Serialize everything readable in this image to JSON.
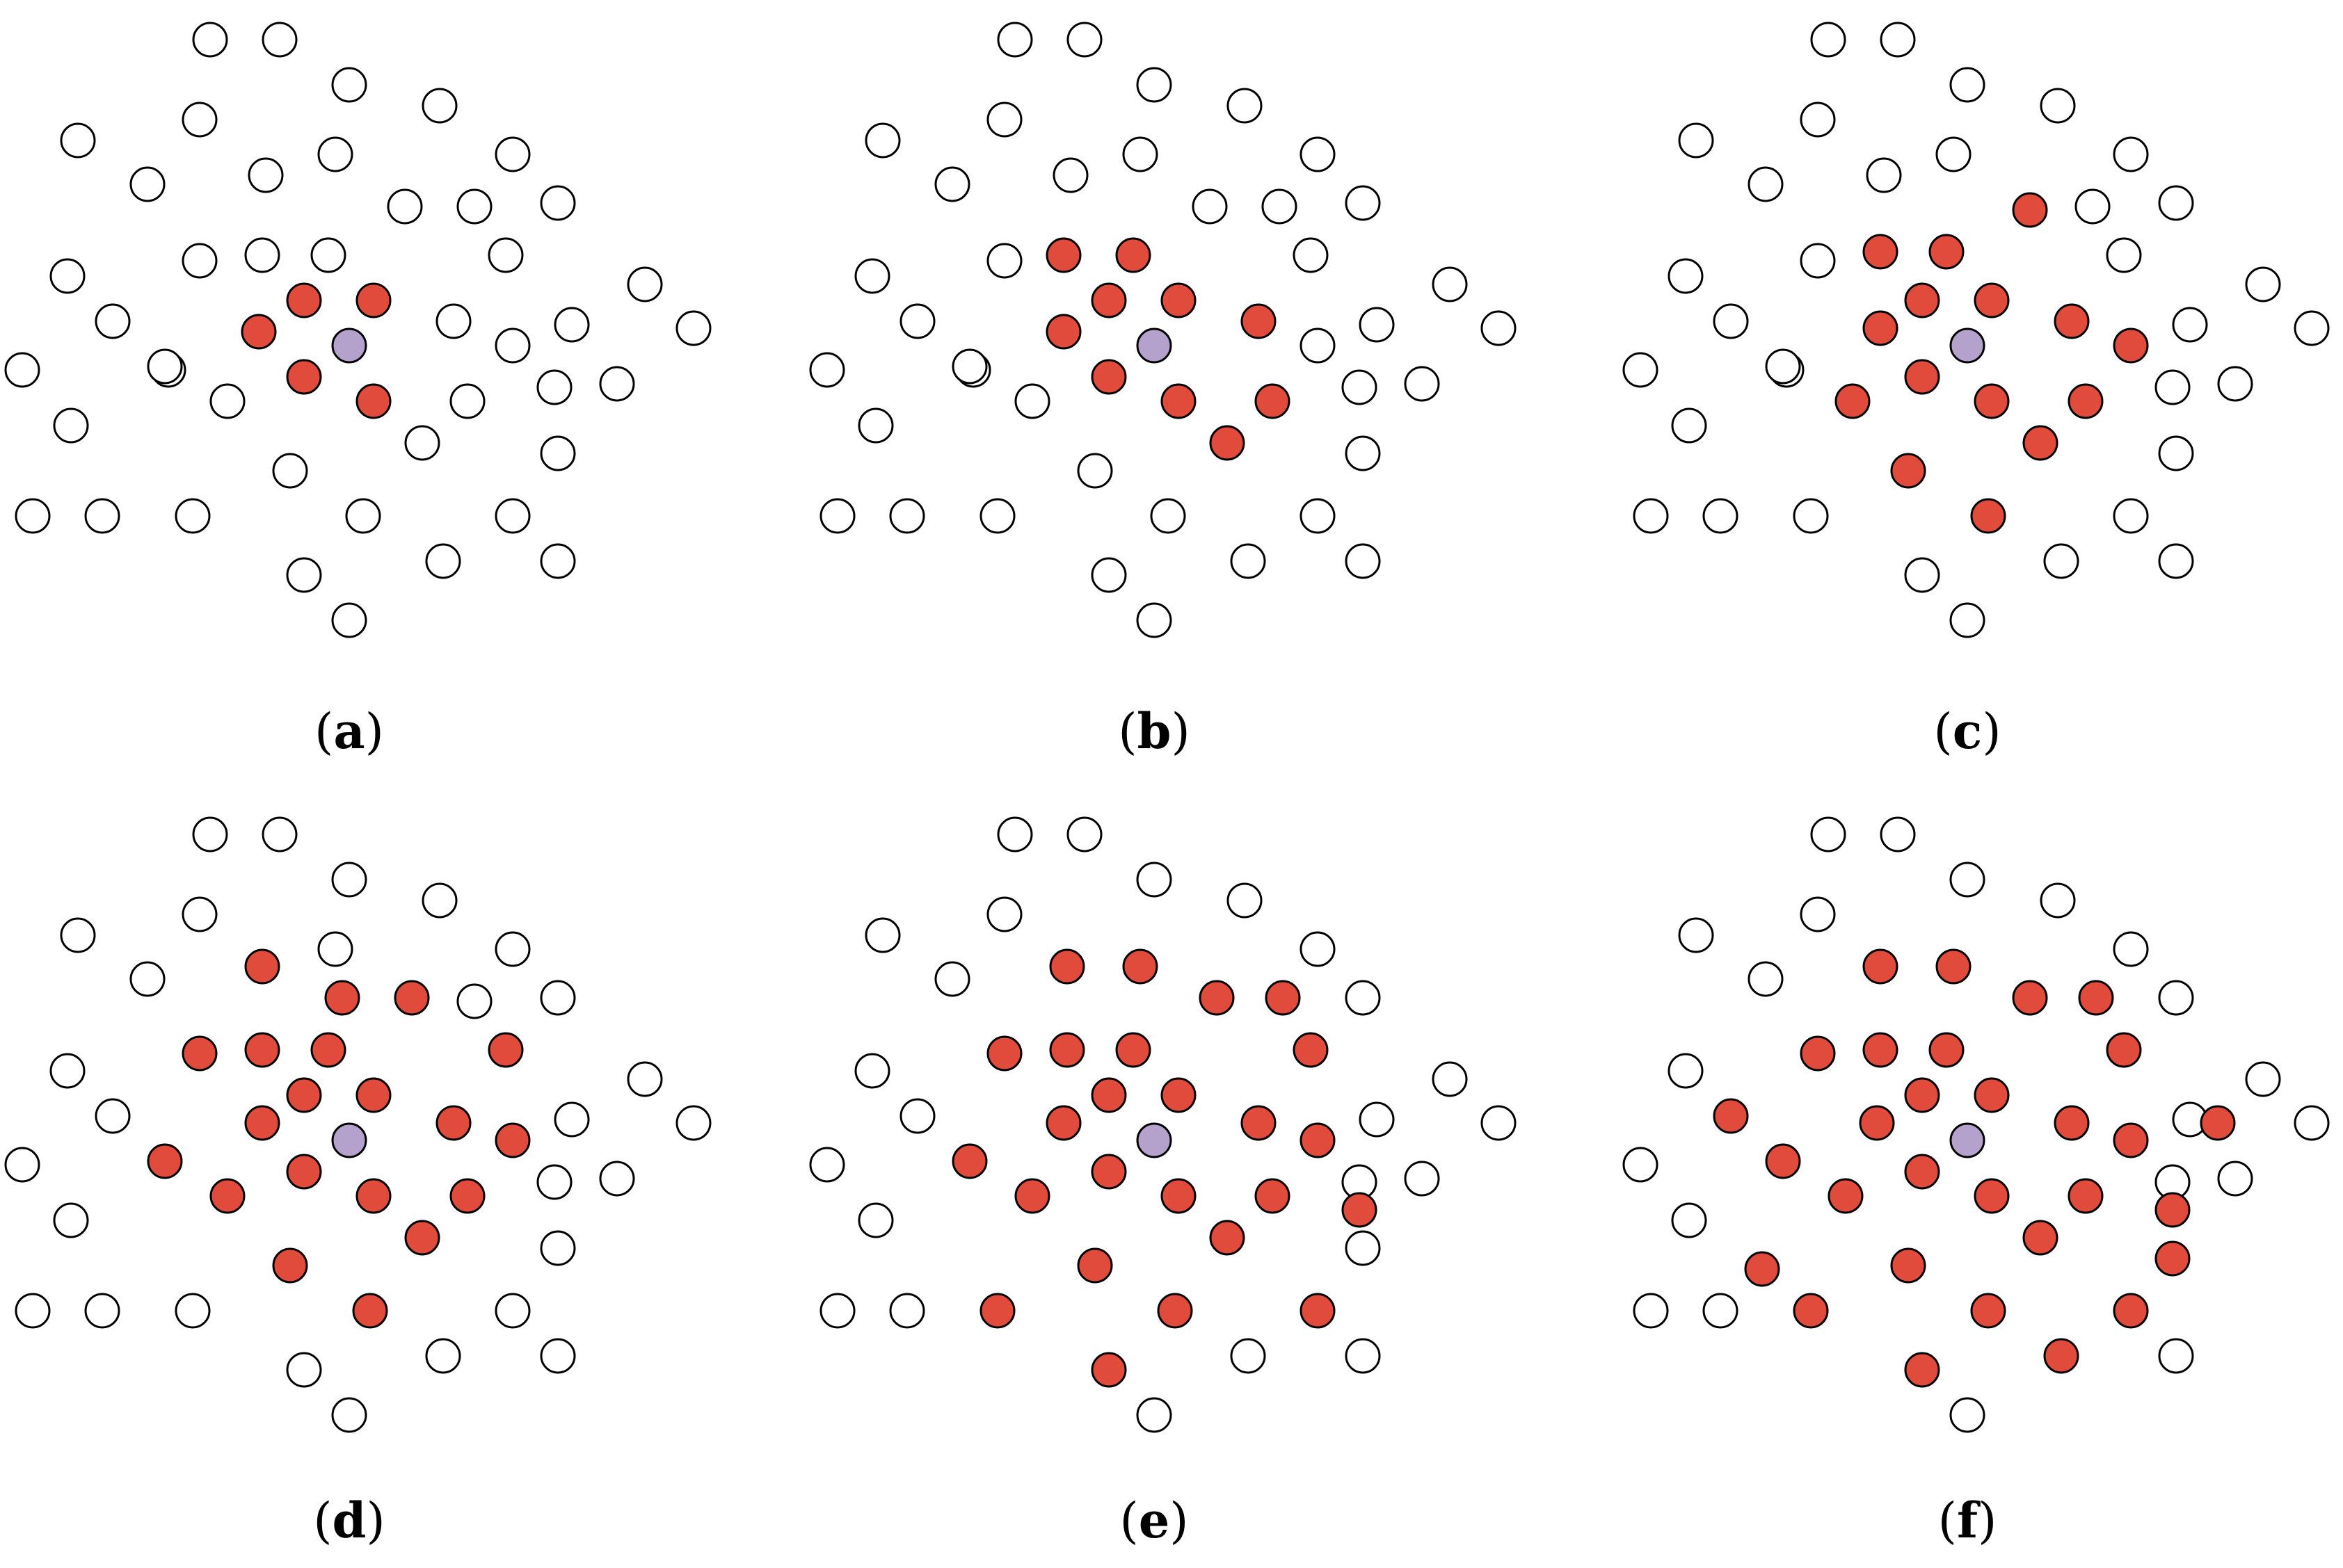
{
  "colors": {
    "selected": "#e14b3b",
    "center": "#b4a2cc",
    "empty": "#ffffff",
    "stroke": "#000000"
  },
  "panels": [
    {
      "label": "a",
      "selected": [
        15,
        16,
        17,
        18,
        19
      ]
    },
    {
      "label": "b",
      "selected": [
        15,
        16,
        17,
        18,
        19,
        12,
        13,
        20,
        21,
        22,
        23
      ]
    },
    {
      "label": "c",
      "selected": [
        15,
        16,
        17,
        18,
        19,
        12,
        13,
        20,
        21,
        22,
        23,
        24,
        25,
        26,
        27,
        28,
        29,
        30
      ]
    },
    {
      "label": "d",
      "selected": [
        15,
        16,
        17,
        18,
        19,
        12,
        13,
        20,
        21,
        22,
        23,
        24,
        25,
        26,
        27,
        28,
        29,
        30,
        31,
        32,
        33,
        34,
        35,
        36,
        37
      ]
    },
    {
      "label": "e",
      "selected": [
        15,
        16,
        17,
        18,
        19,
        12,
        13,
        20,
        21,
        22,
        23,
        24,
        25,
        26,
        27,
        28,
        29,
        30,
        31,
        32,
        33,
        34,
        35,
        36,
        37,
        38,
        39,
        40,
        41,
        42
      ]
    },
    {
      "label": "f",
      "selected": [
        15,
        16,
        17,
        18,
        19,
        12,
        13,
        20,
        21,
        22,
        23,
        24,
        25,
        26,
        27,
        28,
        29,
        30,
        31,
        32,
        33,
        34,
        35,
        36,
        37,
        38,
        39,
        40,
        41,
        42,
        43,
        44,
        45,
        46,
        47
      ]
    }
  ]
}
